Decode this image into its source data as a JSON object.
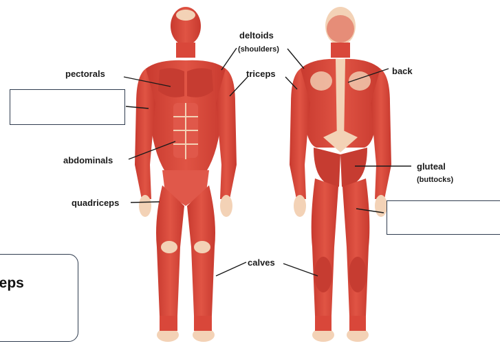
{
  "labels": {
    "deltoids": "deltoids",
    "shoulders": "(shoulders)",
    "pectorals": "pectorals",
    "triceps": "triceps",
    "back": "back",
    "abdominals": "abdominals",
    "gluteal": "gluteal",
    "buttocks": "(buttocks)",
    "quadriceps": "quadriceps",
    "calves": "calves"
  },
  "word_bank": {
    "partial_word": "ceps"
  },
  "colors": {
    "muscle": "#d9473a",
    "muscle_dark": "#b8322a",
    "tendon": "#f3d2b6",
    "box_border": "#2e3b4e"
  }
}
